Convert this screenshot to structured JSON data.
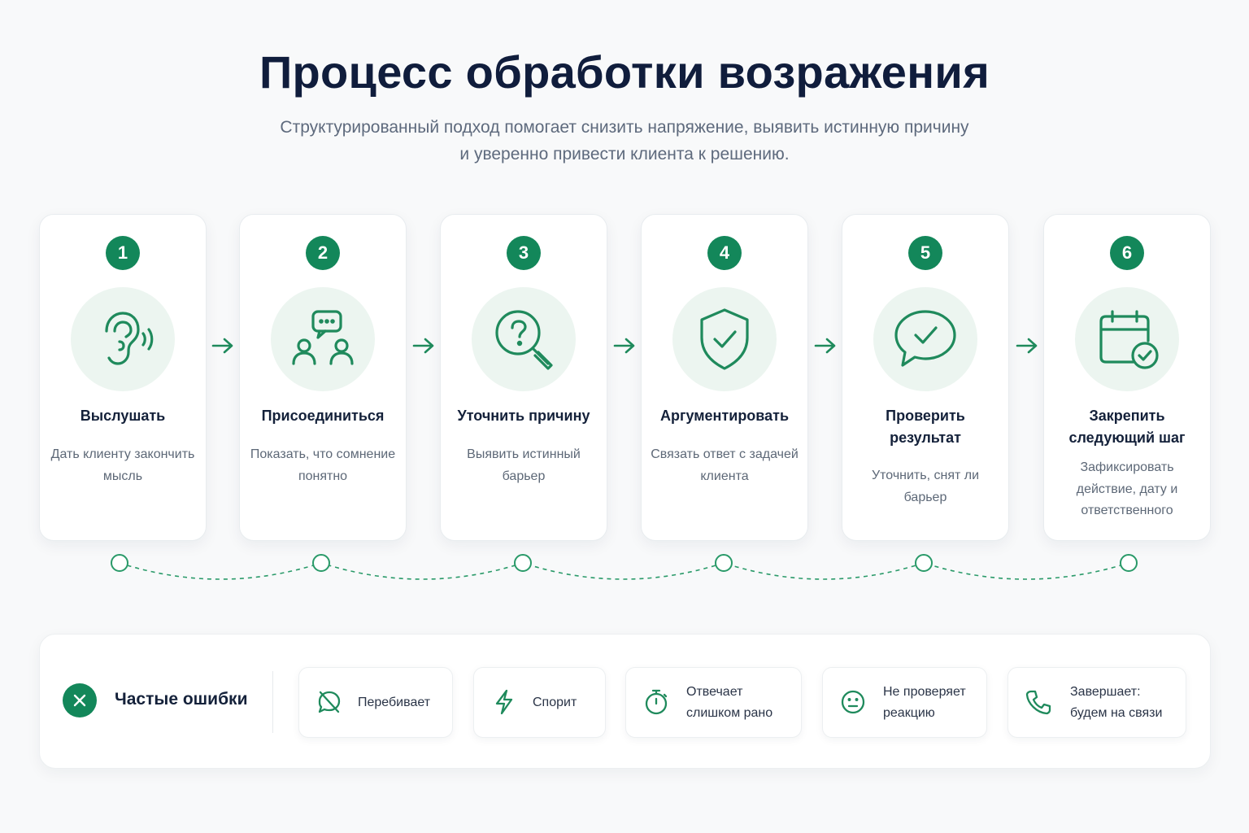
{
  "header": {
    "title": "Процесс обработки возражения",
    "subtitle_line1": "Структурированный подход помогает снизить напряжение, выявить истинную причину",
    "subtitle_line2": "и уверенно привести клиента к решению."
  },
  "accent_color": "#13875a",
  "steps": [
    {
      "number": "1",
      "icon": "ear-icon",
      "title": "Выслушать",
      "desc": "Дать клиенту закончить мысль"
    },
    {
      "number": "2",
      "icon": "people-chat-icon",
      "title": "Присоединиться",
      "desc": "Показать, что сомнение понятно"
    },
    {
      "number": "3",
      "icon": "question-magnifier-icon",
      "title": "Уточнить причину",
      "desc": "Выявить истинный барьер"
    },
    {
      "number": "4",
      "icon": "shield-check-icon",
      "title": "Аргументировать",
      "desc": "Связать ответ с задачей клиента"
    },
    {
      "number": "5",
      "icon": "chat-check-icon",
      "title": "Проверить результат",
      "desc": "Уточнить, снят ли барьер"
    },
    {
      "number": "6",
      "icon": "calendar-check-icon",
      "title": "Закрепить следующий шаг",
      "desc": "Зафиксировать действие, дату и ответственного"
    }
  ],
  "errors": {
    "title": "Частые ошибки",
    "icon": "close-icon",
    "items": [
      {
        "icon": "no-speech-icon",
        "label": "Перебивает"
      },
      {
        "icon": "lightning-icon",
        "label": "Спорит"
      },
      {
        "icon": "stopwatch-icon",
        "label": "Отвечает слишком рано"
      },
      {
        "icon": "neutral-face-icon",
        "label": "Не проверяет реакцию"
      },
      {
        "icon": "phone-icon",
        "label": "Завершает: будем на связи"
      }
    ]
  }
}
